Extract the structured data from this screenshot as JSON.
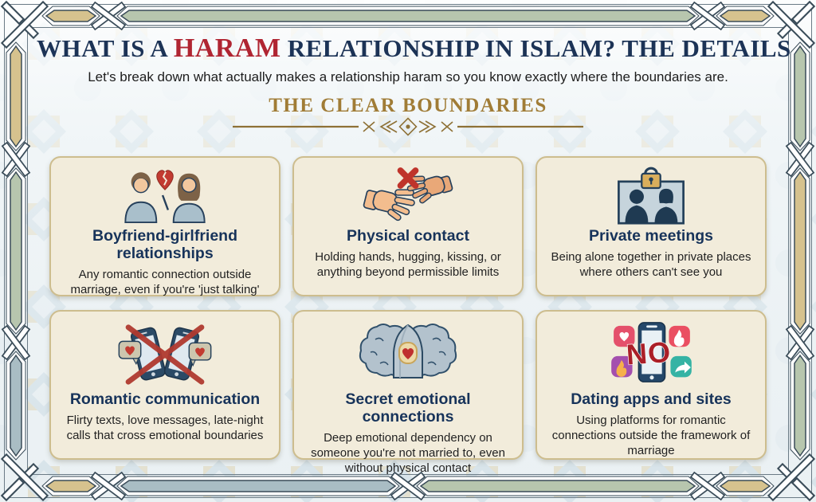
{
  "header": {
    "title_prefix": "WHAT IS A ",
    "title_highlight": "HARAM",
    "title_suffix": " RELATIONSHIP IN ISLAM? THE DETAILS",
    "subtitle": "Let's break down what actually makes a relationship haram so you know exactly where the boundaries are.",
    "section_heading": "THE CLEAR BOUNDARIES"
  },
  "cards": [
    {
      "title": "Boyfriend-girlfriend relationships",
      "description": "Any romantic connection outside marriage, even if you're 'just talking'",
      "icon": "couple-broken-heart-icon"
    },
    {
      "title": "Physical contact",
      "description": "Holding hands, hugging, kissing, or anything beyond permissible limits",
      "icon": "no-handshake-icon"
    },
    {
      "title": "Private meetings",
      "description": "Being alone together in private places where others can't see you",
      "icon": "locked-private-meeting-icon"
    },
    {
      "title": "Romantic communication",
      "description": "Flirty texts, love messages, late-night calls that cross emotional boundaries",
      "icon": "crossed-phones-hearts-icon"
    },
    {
      "title": "Secret emotional connections",
      "description": "Deep emotional dependency on someone you're not married to, even without physical contact",
      "icon": "brain-heart-hijab-icon"
    },
    {
      "title": "Dating apps and sites",
      "description": "Using platforms for romantic connections outside the framework of marriage",
      "badge": "NO",
      "icon": "dating-apps-no-icon"
    }
  ],
  "colors": {
    "title_navy": "#1c3356",
    "haram_red": "#b02532",
    "heading_gold": "#a07c36",
    "card_background": "#f2ecdb",
    "card_border": "#cdbd8e",
    "frame_sage": "#b7c6ae",
    "frame_tan": "#d6c28e",
    "frame_slate": "#a9bdc4",
    "no_badge_red": "#ab1f28"
  }
}
